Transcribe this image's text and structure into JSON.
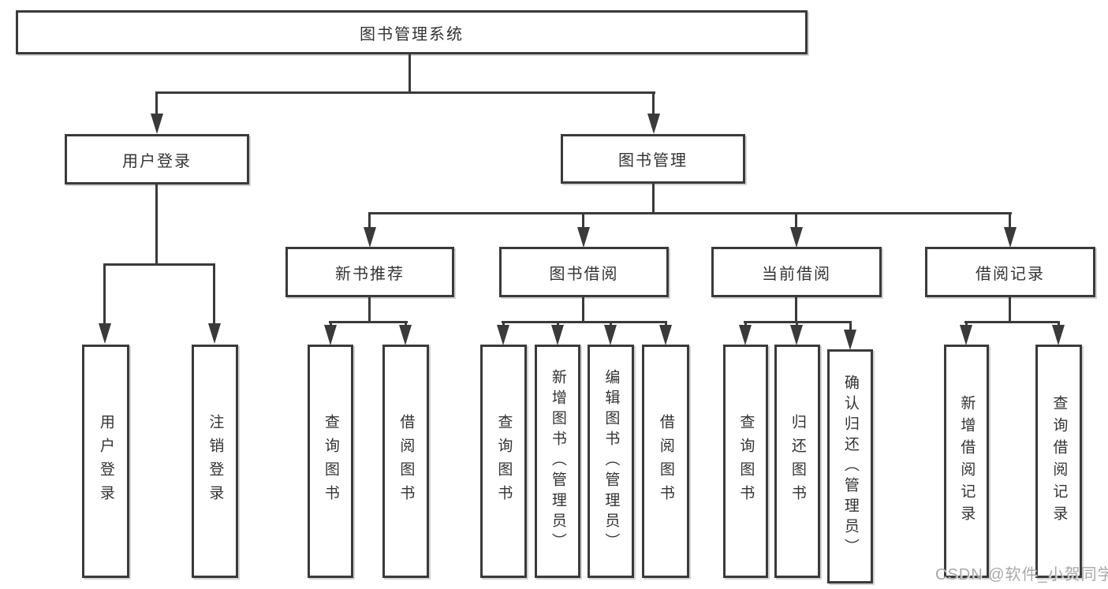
{
  "root": {
    "label": "图书管理系统"
  },
  "branches": [
    {
      "label": "用户登录",
      "children": [
        {
          "label": "用户登录"
        },
        {
          "label": "注销登录"
        }
      ]
    },
    {
      "label": "图书管理",
      "children": [
        {
          "label": "新书推荐",
          "children": [
            {
              "label": "查询图书"
            },
            {
              "label": "借阅图书"
            }
          ]
        },
        {
          "label": "图书借阅",
          "children": [
            {
              "label": "查询图书"
            },
            {
              "label": "新增图书（管理员）"
            },
            {
              "label": "编辑图书（管理员）"
            },
            {
              "label": "借阅图书"
            }
          ]
        },
        {
          "label": "当前借阅",
          "children": [
            {
              "label": "查询图书"
            },
            {
              "label": "归还图书"
            },
            {
              "label": "确认归还（管理员）"
            }
          ]
        },
        {
          "label": "借阅记录",
          "children": [
            {
              "label": "新增借阅记录"
            },
            {
              "label": "查询借阅记录"
            }
          ]
        }
      ]
    }
  ],
  "watermark": "CSDN @软件_小贺同学",
  "colors": {
    "line": "#3a3a3a",
    "text": "#333333",
    "background": "#ffffff",
    "watermark": "#a9a9a9"
  }
}
